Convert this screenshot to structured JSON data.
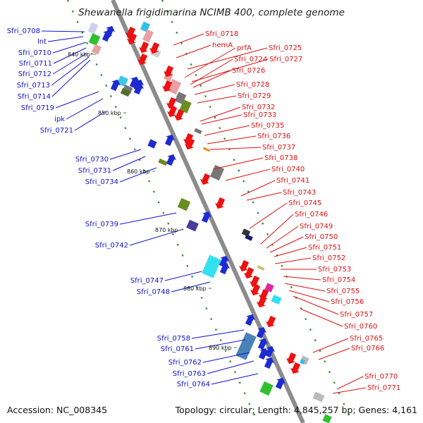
{
  "title": "Shewanella frigidimarina NCIMB 400, complete genome",
  "accession": "Accession: NC_008345",
  "summary": "Topology: circular; Length: 4,845,257 bp; Genes: 4,161",
  "colors": {
    "forward_label": "#1111cc",
    "reverse_label": "#dd1111",
    "backbone": "#8c8c8c",
    "tick": "#2f8a2f"
  },
  "scale_marks": [
    "840 kbp",
    "850 kbp",
    "860 kbp",
    "870 kbp",
    "880 kbp",
    "890 kbp"
  ],
  "forward_genes": [
    "Sfri_0708",
    "lnt",
    "Sfri_0710",
    "Sfri_0711",
    "Sfri_0712",
    "Sfri_0713",
    "Sfri_0714",
    "Sfri_0719",
    "ipk",
    "Sfri_0721",
    "Sfri_0730",
    "Sfri_0731",
    "Sfri_0734",
    "Sfri_0739",
    "Sfri_0742",
    "Sfri_0747",
    "Sfri_0748",
    "Sfri_0758",
    "Sfri_0761",
    "Sfri_0762",
    "Sfri_0763",
    "Sfri_0764"
  ],
  "reverse_genes": [
    "Sfri_0718",
    "hemA",
    "prfA",
    "Sfri_0725",
    "Sfri_0724",
    "Sfri_0727",
    "Sfri_0726",
    "Sfri_0728",
    "Sfri_0729",
    "Sfri_0732",
    "Sfri_0733",
    "Sfri_0735",
    "Sfri_0736",
    "Sfri_0737",
    "Sfri_0738",
    "Sfri_0740",
    "Sfri_0741",
    "Sfri_0743",
    "Sfri_0745",
    "Sfri_0746",
    "Sfri_0749",
    "Sfri_0750",
    "Sfri_0751",
    "Sfri_0752",
    "Sfri_0753",
    "Sfri_0754",
    "Sfri_0755",
    "Sfri_0756",
    "Sfri_0757",
    "Sfri_0760",
    "Sfri_0765",
    "Sfri_0766",
    "Sfri_0770",
    "Sfri_0771"
  ]
}
